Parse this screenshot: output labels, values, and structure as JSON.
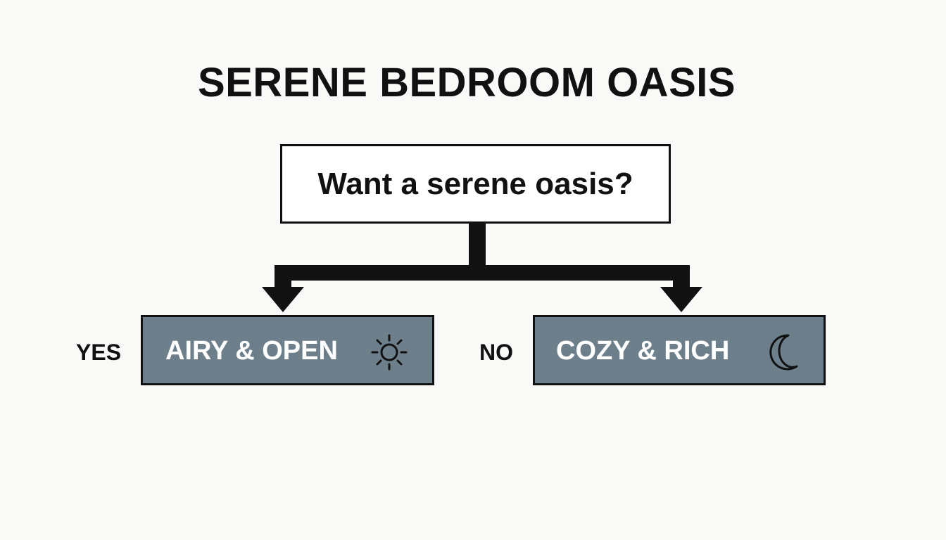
{
  "title": "SERENE BEDROOM OASIS",
  "question": "Want a serene oasis?",
  "branches": [
    {
      "answer": "YES",
      "label": "AIRY & OPEN",
      "icon": "sun-icon"
    },
    {
      "answer": "NO",
      "label": "COZY & RICH",
      "icon": "moon-icon"
    }
  ],
  "colors": {
    "background": "#f9f9f8",
    "option_fill": "#6e7f8c",
    "stroke": "#111111"
  }
}
